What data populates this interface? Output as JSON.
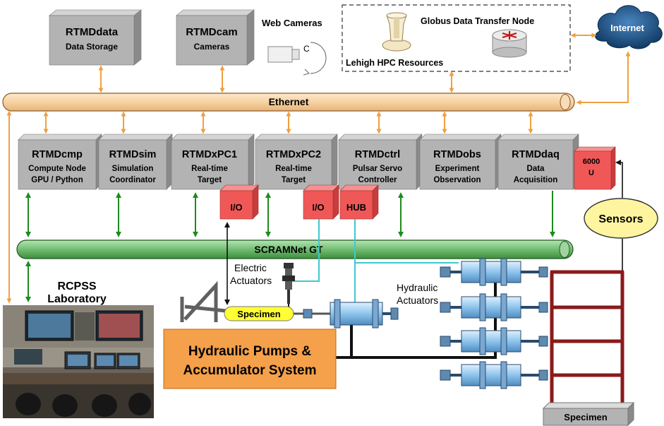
{
  "top_boxes": [
    {
      "title": "RTMDdata",
      "subtitle": "Data Storage"
    },
    {
      "title": "RTMDcam",
      "subtitle": "Cameras"
    }
  ],
  "web_cameras": "Web Cameras",
  "camera_glyph": "C",
  "hpc": {
    "globus": "Globus Data Transfer Node",
    "lehigh": "Lehigh HPC Resources"
  },
  "internet": "Internet",
  "ethernet": "Ethernet",
  "scramnet": "SCRAMNet GT",
  "nodes": [
    {
      "title": "RTMDcmp",
      "line1": "Compute Node",
      "line2": "GPU / Python"
    },
    {
      "title": "RTMDsim",
      "line1": "Simulation",
      "line2": "Coordinator"
    },
    {
      "title": "RTMDxPC1",
      "line1": "Real-time",
      "line2": "Target"
    },
    {
      "title": "RTMDxPC2",
      "line1": "Real-time",
      "line2": "Target"
    },
    {
      "title": "RTMDctrl",
      "line1": "Pulsar Servo",
      "line2": "Controller"
    },
    {
      "title": "RTMDobs",
      "line1": "Experiment",
      "line2": "Observation"
    },
    {
      "title": "RTMDdaq",
      "line1": "Data",
      "line2": "Acquisition"
    }
  ],
  "io_labels": [
    "I/O",
    "I/O",
    "HUB"
  ],
  "daq_module": {
    "line1": "6000",
    "line2": "U"
  },
  "sensors": "Sensors",
  "lab": {
    "line1": "RCPSS",
    "line2": "Laboratory"
  },
  "electric_actuators": {
    "line1": "Electric",
    "line2": "Actuators"
  },
  "hydraulic_actuators": {
    "line1": "Hydraulic",
    "line2": "Actuators"
  },
  "specimen_left": "Specimen",
  "specimen_right": "Specimen",
  "pumps": {
    "line1": "Hydraulic Pumps &",
    "line2": "Accumulator System"
  },
  "colors": {
    "box_face": "#b3b3b3",
    "box_top": "#d4d4d4",
    "box_side": "#8a8a8a",
    "ethernet": "#f8d8b0",
    "scramnet": "#7ec47e",
    "orange_arrow": "#f0a040",
    "green_arrow": "#1f8a1f",
    "io_red": "#f05858",
    "pump_orange": "#f5a04a",
    "frame_red": "#8b1a1a",
    "cyan_line": "#40c8d0",
    "internet_blue": "#1e5a8c",
    "sensor_yellow": "#fff5a0"
  }
}
